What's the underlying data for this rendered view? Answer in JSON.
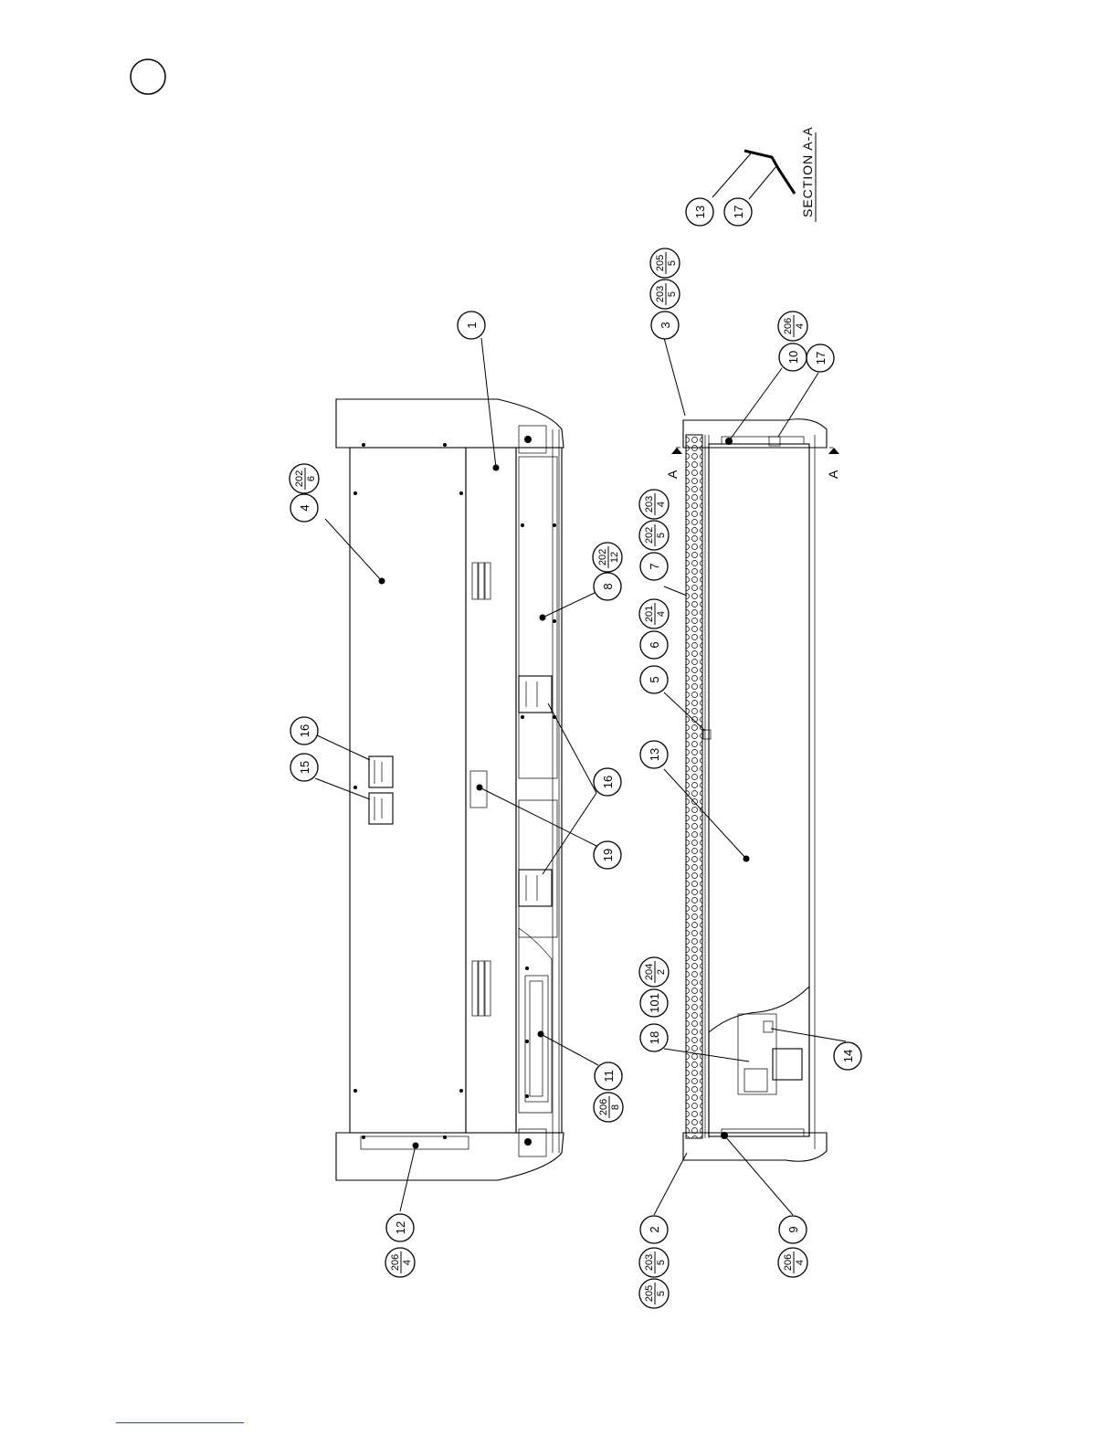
{
  "drawing": {
    "section_label": "SECTION A-A",
    "cut_marker_left": "A",
    "cut_marker_right": "A"
  },
  "upper_view": {
    "callouts": [
      {
        "id": "c4",
        "item": "4"
      },
      {
        "id": "c202-6",
        "num": "202",
        "den": "6"
      },
      {
        "id": "c1",
        "item": "1"
      },
      {
        "id": "c16a",
        "item": "16"
      },
      {
        "id": "c15",
        "item": "15"
      },
      {
        "id": "c8",
        "item": "8"
      },
      {
        "id": "c202-12",
        "num": "202",
        "den": "12"
      },
      {
        "id": "c16b",
        "item": "16"
      },
      {
        "id": "c19",
        "item": "19"
      },
      {
        "id": "c11",
        "item": "11"
      },
      {
        "id": "c206-8",
        "num": "206",
        "den": "8"
      },
      {
        "id": "c12",
        "item": "12"
      },
      {
        "id": "c206-4a",
        "num": "206",
        "den": "4"
      }
    ]
  },
  "lower_view": {
    "callouts": [
      {
        "id": "c13a",
        "item": "13"
      },
      {
        "id": "c17a",
        "item": "17"
      },
      {
        "id": "c3",
        "item": "3"
      },
      {
        "id": "c203-5a",
        "num": "203",
        "den": "5"
      },
      {
        "id": "c205-5a",
        "num": "205",
        "den": "5"
      },
      {
        "id": "c10",
        "item": "10"
      },
      {
        "id": "c206-4b",
        "num": "206",
        "den": "4"
      },
      {
        "id": "c17b",
        "item": "17"
      },
      {
        "id": "c7",
        "item": "7"
      },
      {
        "id": "c202-5",
        "num": "202",
        "den": "5"
      },
      {
        "id": "c203-4",
        "num": "203",
        "den": "4"
      },
      {
        "id": "c6",
        "item": "6"
      },
      {
        "id": "c201-4",
        "num": "201",
        "den": "4"
      },
      {
        "id": "c5",
        "item": "5"
      },
      {
        "id": "c13b",
        "item": "13"
      },
      {
        "id": "c18",
        "item": "18"
      },
      {
        "id": "c101",
        "item": "101"
      },
      {
        "id": "c204-2",
        "num": "204",
        "den": "2"
      },
      {
        "id": "c14",
        "item": "14"
      },
      {
        "id": "c2",
        "item": "2"
      },
      {
        "id": "c203-5b",
        "num": "203",
        "den": "5"
      },
      {
        "id": "c205-5b",
        "num": "205",
        "den": "5"
      },
      {
        "id": "c9",
        "item": "9"
      },
      {
        "id": "c206-4c",
        "num": "206",
        "den": "4"
      }
    ]
  }
}
